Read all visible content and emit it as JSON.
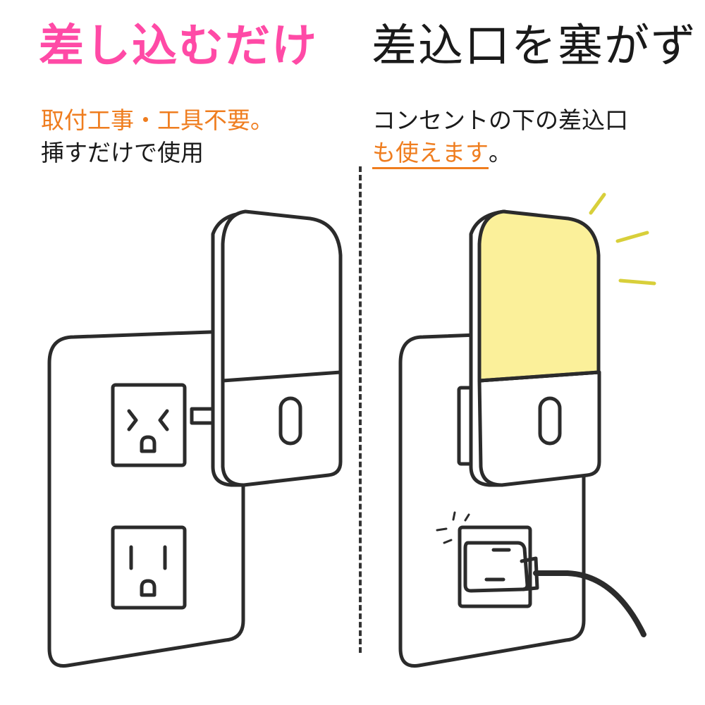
{
  "left": {
    "heading": "差し込むだけ",
    "desc_line1": "取付工事・工具不要。",
    "desc_line2": "挿すだけで使用"
  },
  "right": {
    "heading": "差込口を塞がず",
    "desc_line1": "コンセントの下の差込口",
    "desc_line2_highlight": "も使えます",
    "desc_line2_end": "。"
  },
  "colors": {
    "left_heading": "#ff4aa6",
    "right_heading": "#1a1a1a",
    "accent_orange": "#ef7d1f",
    "lamp_glow": "#fbf09a",
    "light_rays": "#d8cf3a",
    "outline": "#2b2b2b"
  },
  "icons": [
    "wall-plate",
    "outlet",
    "night-light",
    "light-rays",
    "power-plug",
    "power-cord"
  ]
}
